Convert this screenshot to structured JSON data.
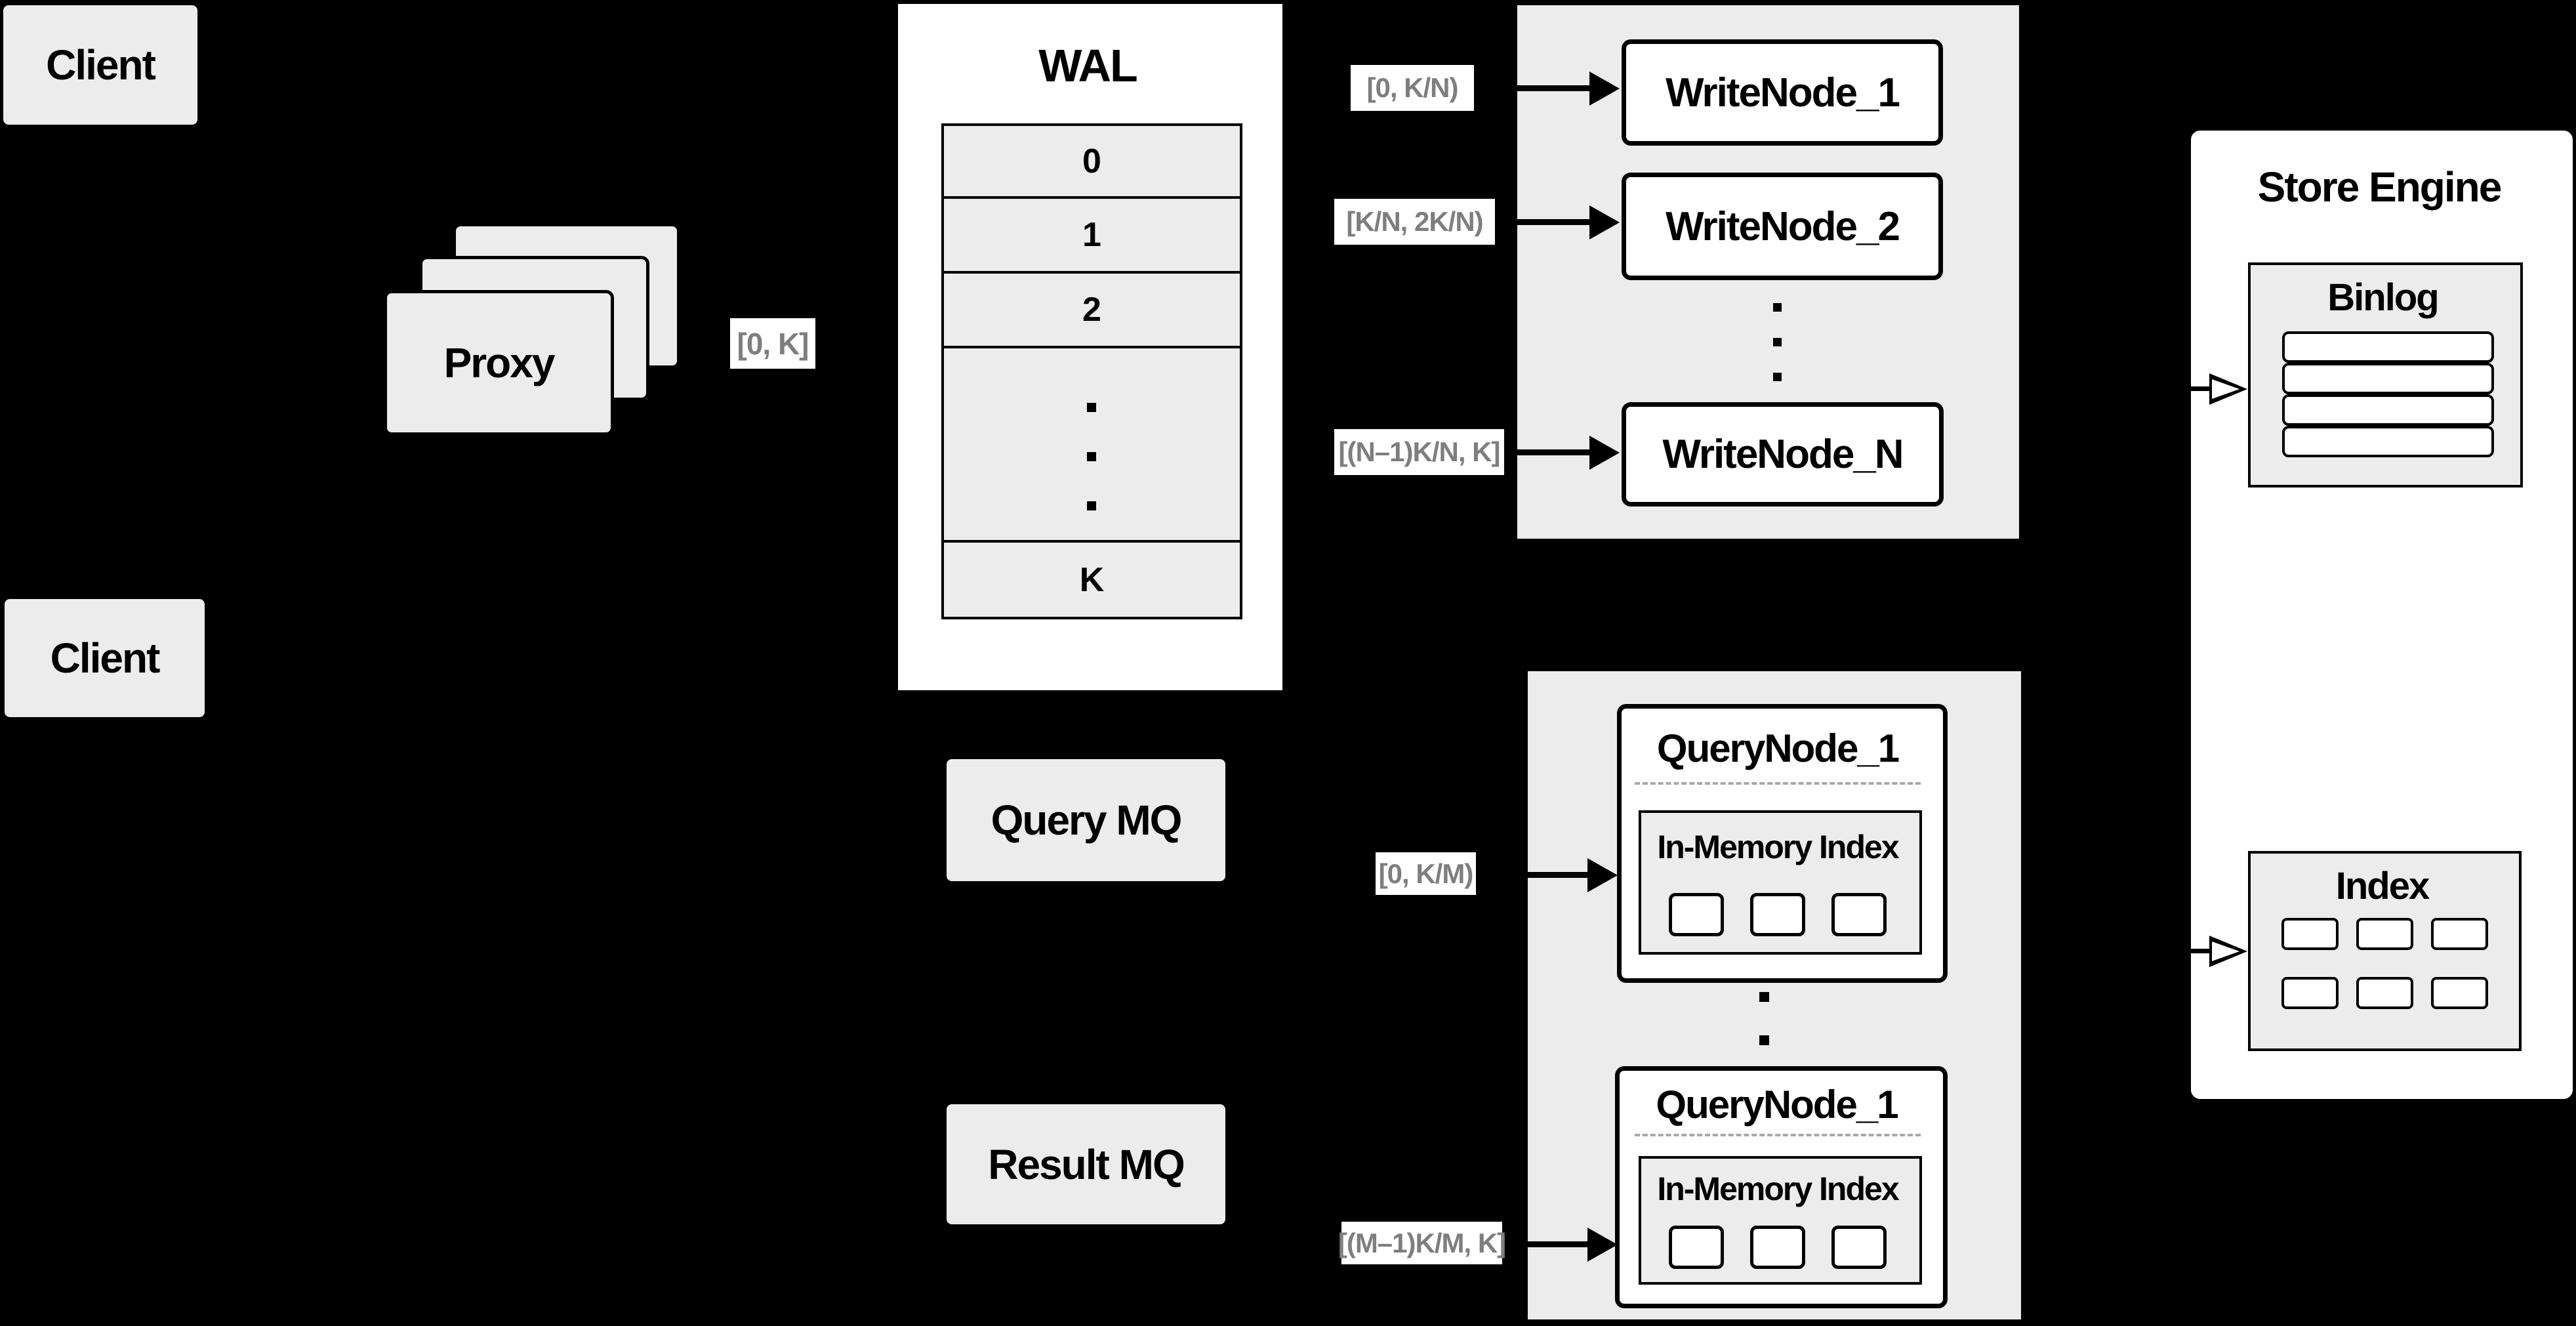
{
  "diagram": {
    "clients": [
      {
        "label": "Client"
      },
      {
        "label": "Client"
      }
    ],
    "proxy": {
      "label": "Proxy",
      "range": "[0, K]"
    },
    "wal": {
      "title": "WAL",
      "cells": [
        "0",
        "1",
        "2"
      ],
      "last_cell": "K"
    },
    "write_group": {
      "nodes": [
        {
          "label": "WriteNode_1",
          "range": "[0, K/N)"
        },
        {
          "label": "WriteNode_2",
          "range": "[K/N, 2K/N)"
        },
        {
          "label": "WriteNode_N",
          "range": "[(N–1)K/N, K]"
        }
      ]
    },
    "mq": {
      "query_label": "Query MQ",
      "result_label": "Result MQ"
    },
    "query_group": {
      "nodes": [
        {
          "label": "QueryNode_1",
          "memory_label": "In-Memory Index",
          "range": "[0, K/M)"
        },
        {
          "label": "QueryNode_1",
          "memory_label": "In-Memory Index",
          "range": "[(M–1)K/M, K]"
        }
      ]
    },
    "store_engine": {
      "title": "Store Engine",
      "binlog_title": "Binlog",
      "index_title": "Index"
    },
    "colors": {
      "background": "#000000",
      "panel_gray": "#ececec",
      "white": "#ffffff",
      "line_black": "#000000",
      "range_text_gray": "#7e7e7e"
    }
  }
}
